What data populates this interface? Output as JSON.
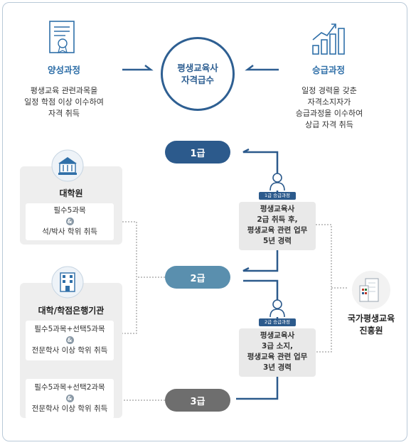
{
  "center_circle": "평생교육사\n자격급수",
  "left_track": {
    "title": "양성과정",
    "desc": [
      "평생교육 관련과목을",
      "일정 학점 이상 이수하여",
      "자격 취득"
    ]
  },
  "right_track": {
    "title": "승급과정",
    "desc": [
      "일정 경력을 갖춘",
      "자격소지자가",
      "승급과정을 이수하여",
      "상급 자격 취득"
    ]
  },
  "grades": {
    "g1": "1급",
    "g2": "2급",
    "g3": "3급",
    "colors": {
      "g1": "#2c5a8c",
      "g2": "#5a8fae",
      "g3": "#6e6e6e"
    }
  },
  "grad_school": {
    "title": "대학원",
    "req_top": "필수5과목",
    "amp": "&",
    "req_bottom": "석/박사 학위 취득"
  },
  "university": {
    "title": "대학/학점은행기관",
    "box1": {
      "top": "필수5과목+선택5과목",
      "amp": "&",
      "bottom": "전문학사 이상 학위 취득"
    },
    "box2": {
      "top": "필수5과목+선택2과목",
      "amp": "&",
      "bottom": "전문학사 이상 학위 취득"
    }
  },
  "upgrade1": {
    "badge": "1급 승급과정",
    "lines": [
      "평생교육사",
      "2급 취득 후,",
      "평생교육 관련 업무",
      "5년 경력"
    ]
  },
  "upgrade2": {
    "badge": "2급 승급과정",
    "lines": [
      "평생교육사",
      "3급 소지,",
      "평생교육 관련 업무",
      "3년 경력"
    ]
  },
  "institute": [
    "국가평생교육",
    "진흥원"
  ]
}
